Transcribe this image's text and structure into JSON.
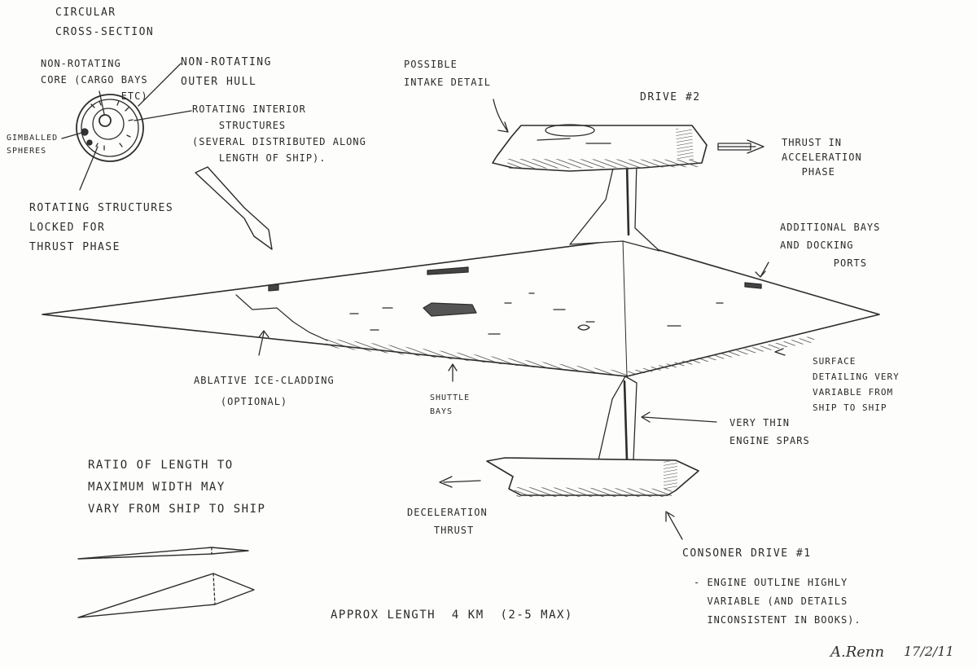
{
  "labels": {
    "circular_cross_section": "Circular\nCross-section",
    "non_rotating_core": "Non-Rotating\nCore (Cargo bays\n            etc)",
    "non_rotating_outer_hull": "Non-Rotating\nOuter Hull",
    "rotating_interior": "Rotating Interior\n    Structures\n(Several distributed along\n    length of ship).",
    "gimballed_spheres": "Gimballed\nSpheres",
    "rotating_locked": "Rotating Structures\nLocked for\nThrust Phase",
    "possible_intake": "Possible\nIntake Detail",
    "drive_2": "Drive #2",
    "thrust_acceleration": "Thrust in\nAcceleration\n   Phase",
    "additional_bays": "Additional Bays\nand Docking\n        Ports",
    "ablative": "Ablative Ice-Cladding\n    (Optional)",
    "shuttle_bays": "Shuttle\nBays",
    "surface_detailing": "Surface\nDetailing very\nvariable from\nship to ship",
    "engine_spars": "Very Thin\nEngine Spars",
    "ratio": "Ratio of Length to\nMaximum Width may\nVary from ship to ship",
    "deceleration": "Deceleration\n    Thrust",
    "consoner_drive": "Consoner Drive #1",
    "engine_outline": "- Engine outline highly\n  variable (and details\n  inconsistent in books).",
    "approx_length": "Approx Length  4 km  (2-5 max)",
    "signature": "A.Renn",
    "date": "17/2/11"
  }
}
